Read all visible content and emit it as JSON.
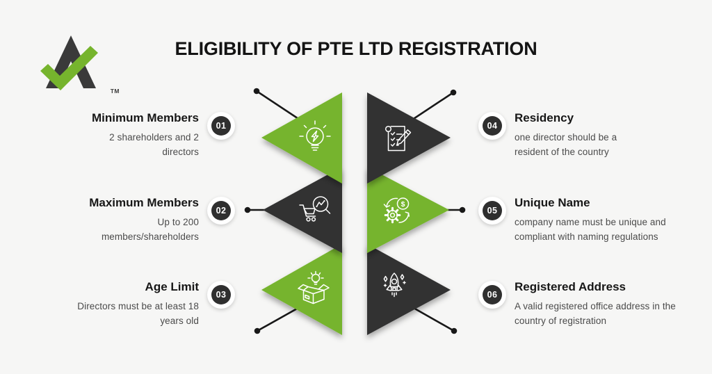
{
  "colors": {
    "background": "#f6f6f5",
    "green": "#76b42d",
    "dark": "#333333",
    "badge": "#2f2f2f",
    "connector": "#181818",
    "title_text": "#141414",
    "description_text": "#4a4a4a"
  },
  "logo": {
    "name": "a-checkmark-logo",
    "trademark": "TM"
  },
  "header": {
    "title": "ELIGIBILITY OF PTE LTD REGISTRATION"
  },
  "items": [
    {
      "number": "01",
      "title": "Minimum Members",
      "description": "2 shareholders and 2 directors",
      "side": "left",
      "triangle_color": "green",
      "icon": "idea-bulb-icon"
    },
    {
      "number": "02",
      "title": "Maximum Members",
      "description": "Up to 200 members/shareholders",
      "side": "left",
      "triangle_color": "dark",
      "icon": "cart-analytics-icon"
    },
    {
      "number": "03",
      "title": "Age Limit",
      "description": "Directors must be at least 18 years old",
      "side": "left",
      "triangle_color": "green",
      "icon": "box-idea-icon"
    },
    {
      "number": "04",
      "title": "Residency",
      "description": "one director should be a resident of the country",
      "side": "right",
      "triangle_color": "dark",
      "icon": "checklist-pencil-icon"
    },
    {
      "number": "05",
      "title": "Unique Name",
      "description": "company name must be unique and compliant with naming regulations",
      "side": "right",
      "triangle_color": "green",
      "icon": "gear-dollar-icon"
    },
    {
      "number": "06",
      "title": "Registered Address",
      "description": "A valid registered office address in the country of registration",
      "side": "right",
      "triangle_color": "dark",
      "icon": "rocket-icon"
    }
  ]
}
